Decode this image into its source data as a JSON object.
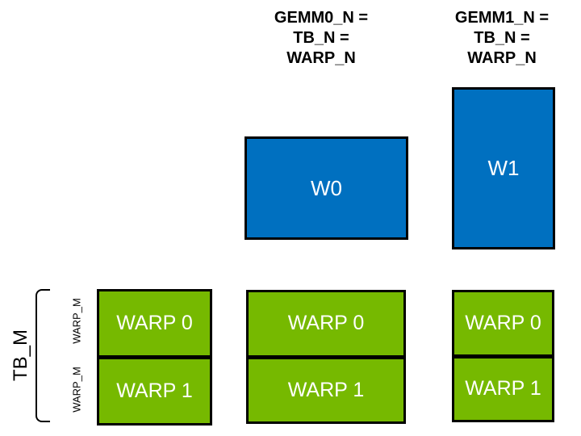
{
  "diagram": {
    "description": "GEMM warp tiling diagram",
    "colors": {
      "warp_tile_blue": "#0070C0",
      "nvidia_green": "#76B900",
      "outline_black": "#000000",
      "box_text_white": "#FFFFFF",
      "annotation_text_black": "#000000"
    },
    "top_labels": {
      "left": {
        "line1": "GEMM0_N =",
        "line2": "TB_N =",
        "line3": "WARP_N"
      },
      "right": {
        "line1": "GEMM1_N =",
        "line2": "TB_N =",
        "line3": "WARP_N"
      }
    },
    "warp_tiles": {
      "w0": "W0",
      "w1": "W1"
    },
    "warp_stacks": {
      "left": {
        "warp0": "WARP 0",
        "warp1": "WARP 1"
      },
      "middle": {
        "warp0": "WARP 0",
        "warp1": "WARP 1"
      },
      "right": {
        "warp0": "WARP 0",
        "warp1": "WARP 1"
      }
    },
    "side_labels": {
      "tb_m": "TB_M",
      "warp_m_top": "WARP_M",
      "warp_m_bottom": "WARP_M"
    }
  }
}
